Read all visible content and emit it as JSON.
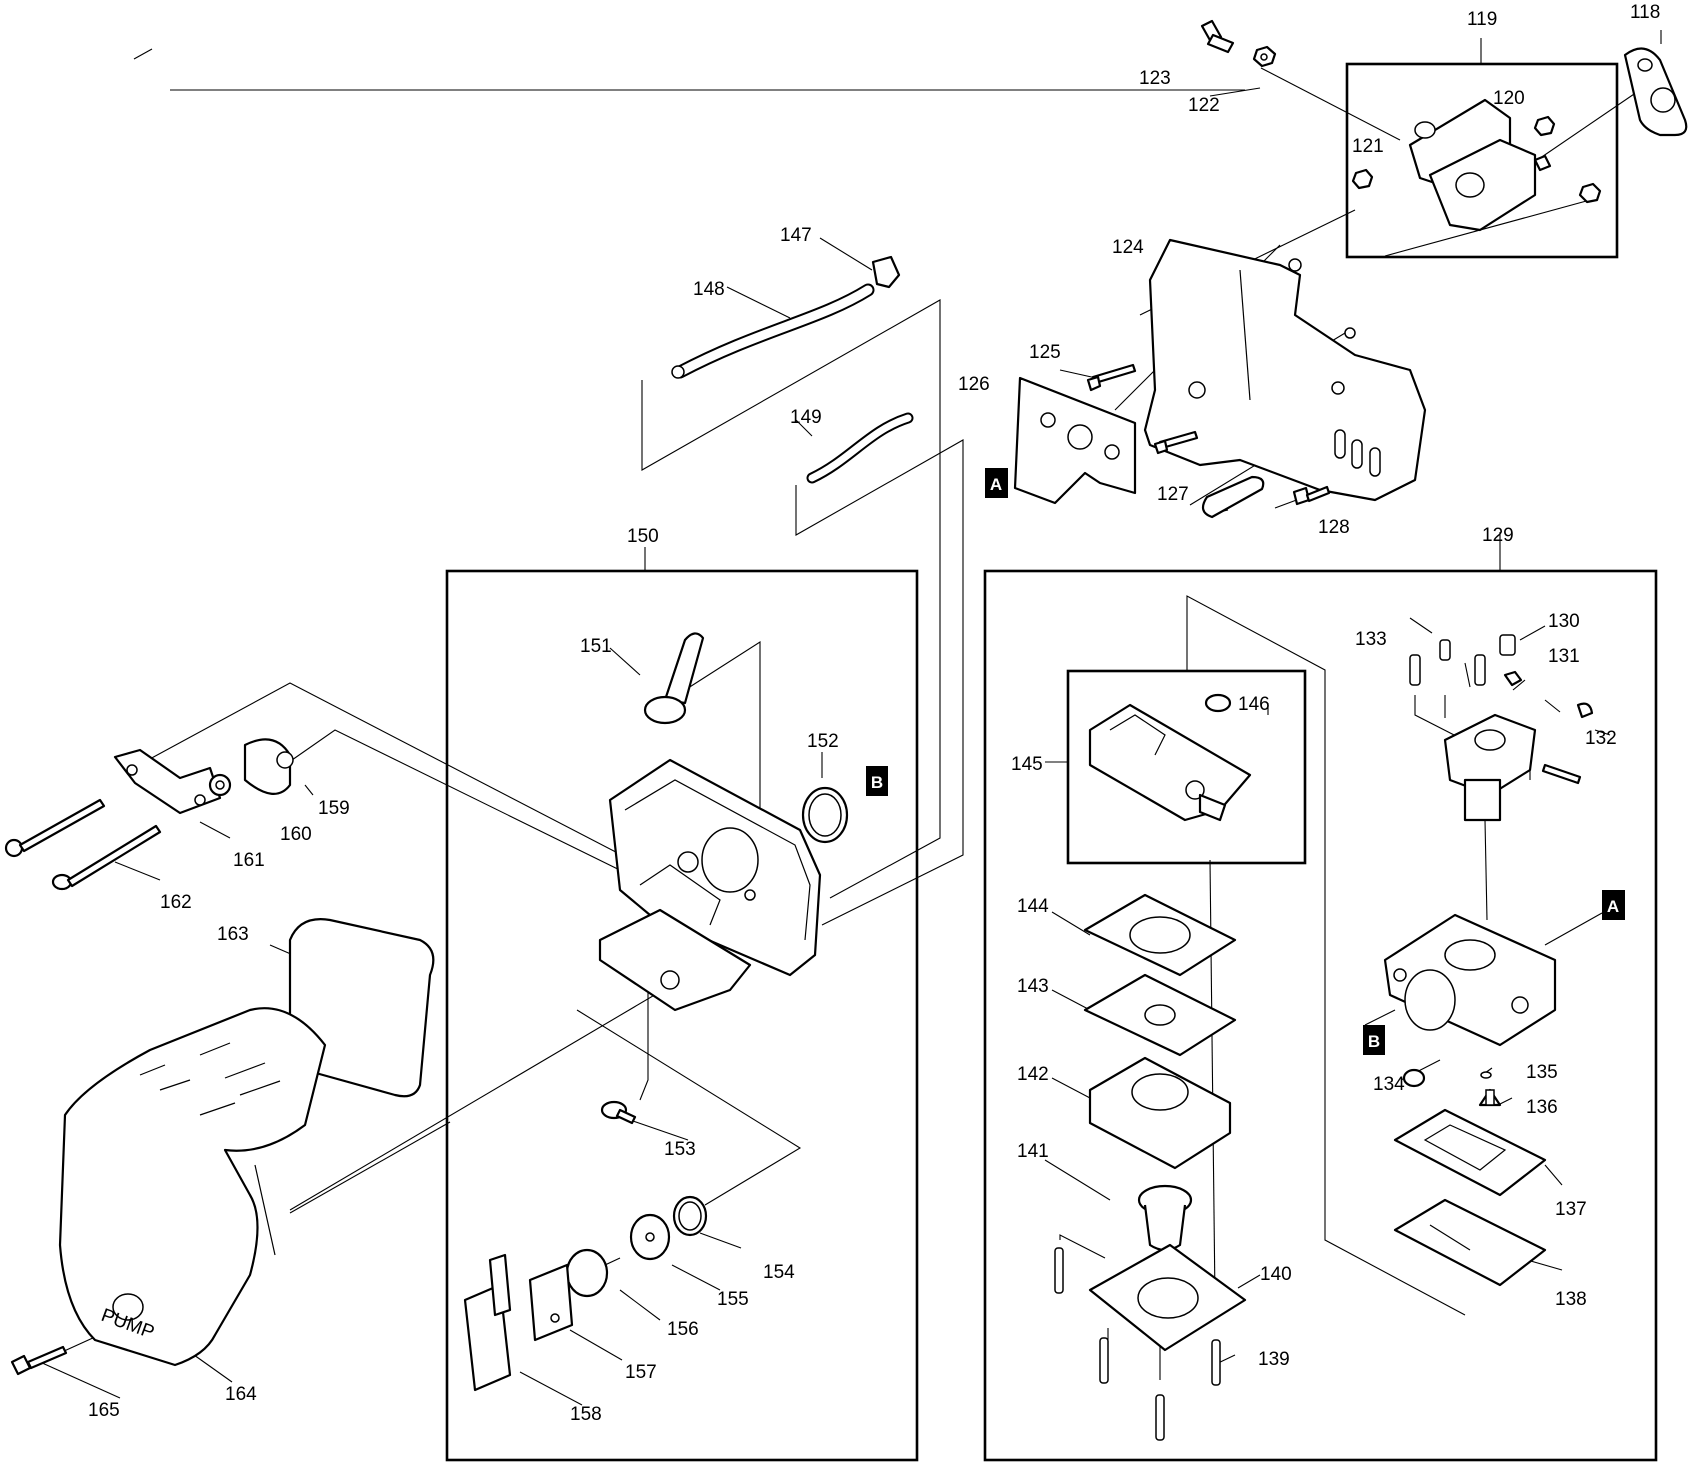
{
  "diagram": {
    "part_numbers": [
      "118",
      "119",
      "120",
      "121",
      "122",
      "123",
      "124",
      "125",
      "126",
      "127",
      "128",
      "129",
      "130",
      "131",
      "132",
      "133",
      "134",
      "135",
      "136",
      "137",
      "138",
      "139",
      "140",
      "141",
      "142",
      "143",
      "144",
      "145",
      "146",
      "147",
      "148",
      "149",
      "150",
      "151",
      "152",
      "153",
      "154",
      "155",
      "156",
      "157",
      "158",
      "159",
      "160",
      "161",
      "162",
      "163",
      "164",
      "165"
    ],
    "marker_labels": [
      "A",
      "B"
    ],
    "cover_texts": [
      "PUMP"
    ]
  },
  "colors": {
    "line": "#000000",
    "background": "#ffffff"
  }
}
